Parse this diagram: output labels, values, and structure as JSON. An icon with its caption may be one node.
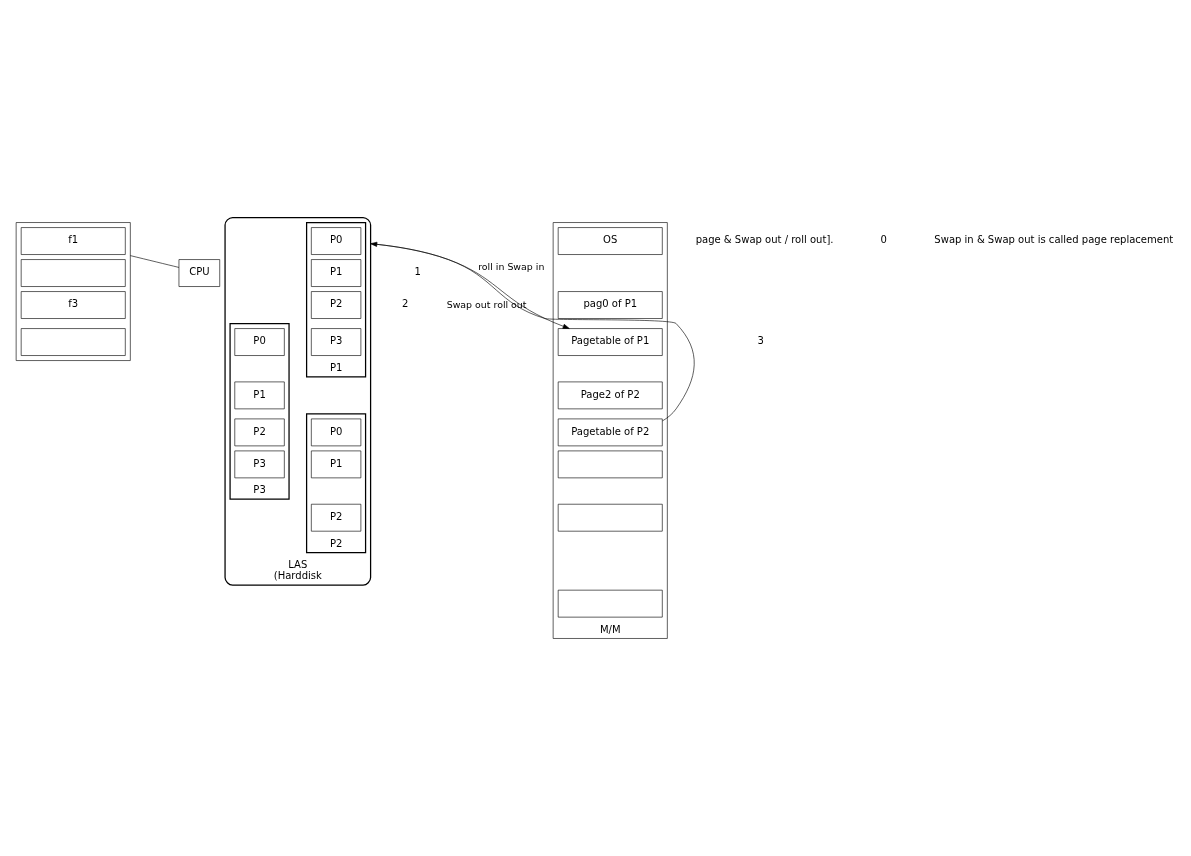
{
  "diagram": {
    "nodes": [
      {
        "text": [
          "CPU"
        ]
      },
      {
        "text": [],
        "shape": "box"
      },
      {
        "text": [
          "f1"
        ],
        "in": 1
      },
      {
        "text": [],
        "shape": "box",
        "in": 1
      },
      {
        "text": [
          "f3"
        ],
        "in": 1
      },
      {
        "text": [],
        "shape": "box",
        "in": 1
      },
      {
        "text": [],
        "shape": "box",
        "beside": [
          "M/M"
        ]
      },
      {
        "text": [
          "OS"
        ],
        "in": 6
      },
      {
        "text": [
          "pag0 of P1"
        ],
        "in": 6
      },
      {
        "text": [
          "Pagetable of P1"
        ],
        "in": 6
      },
      {
        "text": [
          "Page2 of P2"
        ],
        "in": 6
      },
      {
        "text": [
          "Pagetable of P2"
        ],
        "in": 6
      },
      {
        "text": [],
        "shape": "box",
        "in": 6
      },
      {
        "text": [],
        "shape": "box",
        "in": 6
      },
      {
        "text": [],
        "shape": "box",
        "in": 6
      },
      {
        "text": [],
        "shape": "cloud",
        "beside": [
          "LAS",
          "(Harddisk"
        ]
      },
      {
        "text": [],
        "shape": "box",
        "in": 15,
        "beside": [
          "P1"
        ]
      },
      {
        "text": [
          "P0"
        ],
        "in": 16
      },
      {
        "text": [
          "P1"
        ],
        "in": 16
      },
      {
        "text": [
          "P2"
        ],
        "in": 16
      },
      {
        "text": [
          "P3"
        ],
        "in": 16
      },
      {
        "text": [],
        "shape": "box",
        "in": 15,
        "beside": [
          "P2"
        ]
      },
      {
        "text": [
          "P0"
        ],
        "in": 21
      },
      {
        "text": [
          "P1"
        ],
        "in": 21
      },
      {
        "text": [
          "P2"
        ],
        "in": 21
      },
      {
        "text": [],
        "shape": "box",
        "in": 15,
        "beside": [
          "P3"
        ]
      },
      {
        "text": [
          "P0"
        ],
        "in": 25
      },
      {
        "text": [
          "P1"
        ],
        "in": 25
      },
      {
        "text": [
          "P2"
        ],
        "in": 25
      },
      {
        "text": [
          "P3"
        ],
        "in": 25
      }
    ],
    "edges": [
      {
        "from": 0,
        "to": 1,
        "arrow": "none"
      },
      {
        "from": 15,
        "to": 9,
        "arrow": "to",
        "label": "roll in Swap in"
      },
      {
        "from": 11,
        "to": 15,
        "arrow": "to",
        "label": "Swap out roll out"
      }
    ],
    "labels": [
      "page & Swap out / roll out].",
      "0",
      "1",
      "2",
      "3",
      "Swap in & Swap out is called page replacement"
    ]
  }
}
